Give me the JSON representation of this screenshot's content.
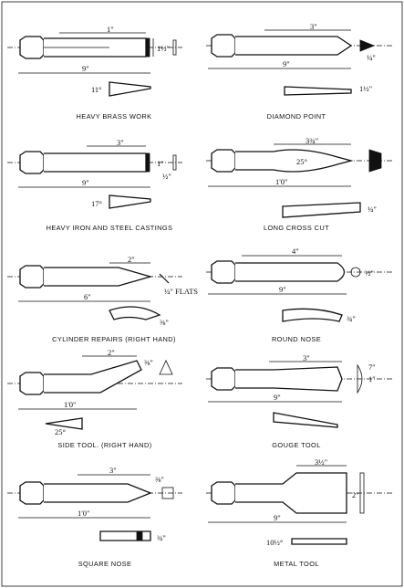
{
  "figures": [
    {
      "caption": "HEAVY BRASS WORK",
      "dims": [
        "1\"",
        "9\"",
        "1½\"",
        "11°"
      ]
    },
    {
      "caption": "DIAMOND POINT",
      "dims": [
        "3\"",
        "9\"",
        "1½\"",
        "¼\""
      ]
    },
    {
      "caption": "HEAVY IRON AND STEEL CASTINGS",
      "dims": [
        "3\"",
        "1\"",
        "9\"",
        "17°",
        "½\""
      ]
    },
    {
      "caption": "LONG CROSS CUT",
      "dims": [
        "3¾\"",
        "25°",
        "1'0\"",
        "¼\""
      ]
    },
    {
      "caption": "CYLINDER REPAIRS  (RIGHT HAND)",
      "dims": [
        "2\"",
        "6\"",
        "¼\" FLATS",
        "⅜\""
      ]
    },
    {
      "caption": "ROUND NOSE",
      "dims": [
        "4\"",
        "9\"",
        "½\"",
        "¾\""
      ]
    },
    {
      "caption": "SIDE TOOL. (RIGHT HAND)",
      "dims": [
        "2\"",
        "1'0\"",
        "25°",
        "⅜\""
      ]
    },
    {
      "caption": "GOUGE TOOL",
      "dims": [
        "3\"",
        "9\"",
        "7″",
        "1″"
      ]
    },
    {
      "caption": "SQUARE NOSE",
      "dims": [
        "3\"",
        "1'0\"",
        "⅜\"",
        "¾\""
      ]
    },
    {
      "caption": "METAL TOOL",
      "dims": [
        "3½\"",
        "9\"",
        "2\"",
        "10½°"
      ]
    }
  ]
}
